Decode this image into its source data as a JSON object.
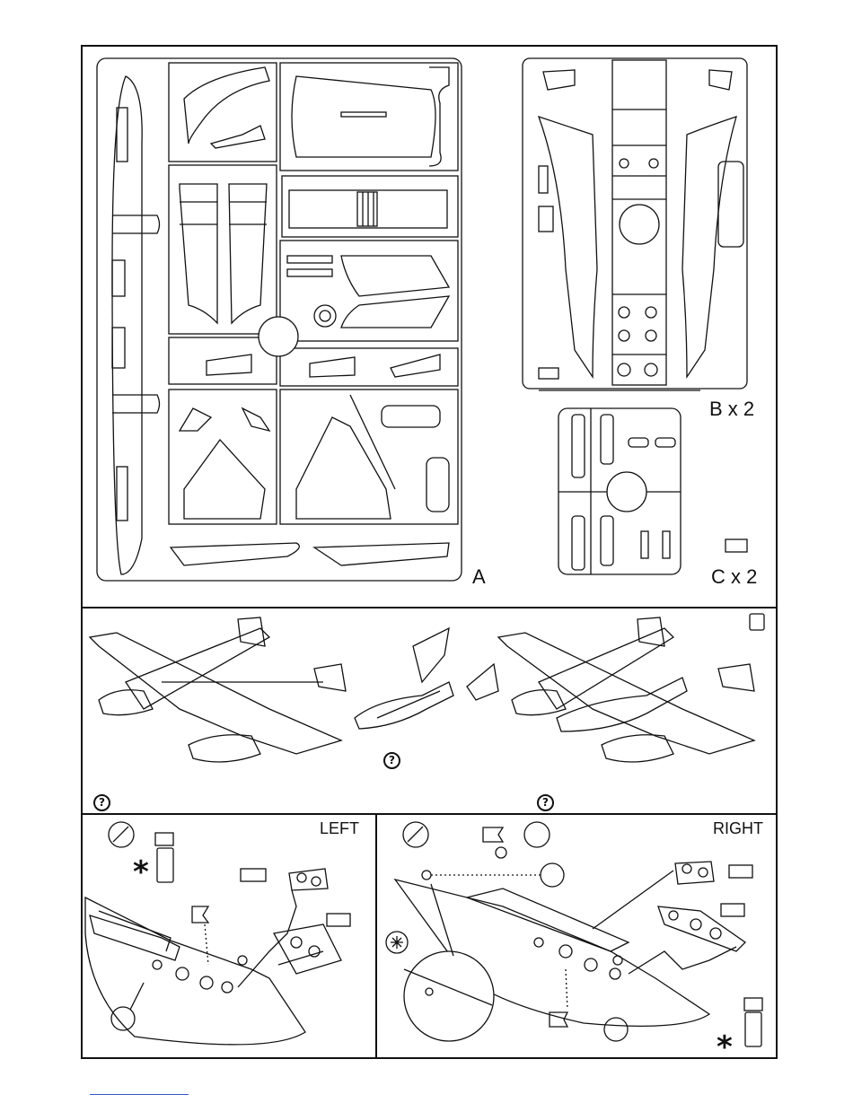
{
  "sprues": {
    "a_label": "A",
    "b_label": "B x 2",
    "c_label": "C x 2"
  },
  "assembly": {
    "left_label": "LEFT",
    "right_label": "RIGHT"
  },
  "icons": {
    "help": "?",
    "glue": "glue-icon",
    "paint_bottle": "paint-bottle-icon",
    "star": "*"
  },
  "colors": {
    "line": "#111111",
    "paper": "#ffffff"
  }
}
